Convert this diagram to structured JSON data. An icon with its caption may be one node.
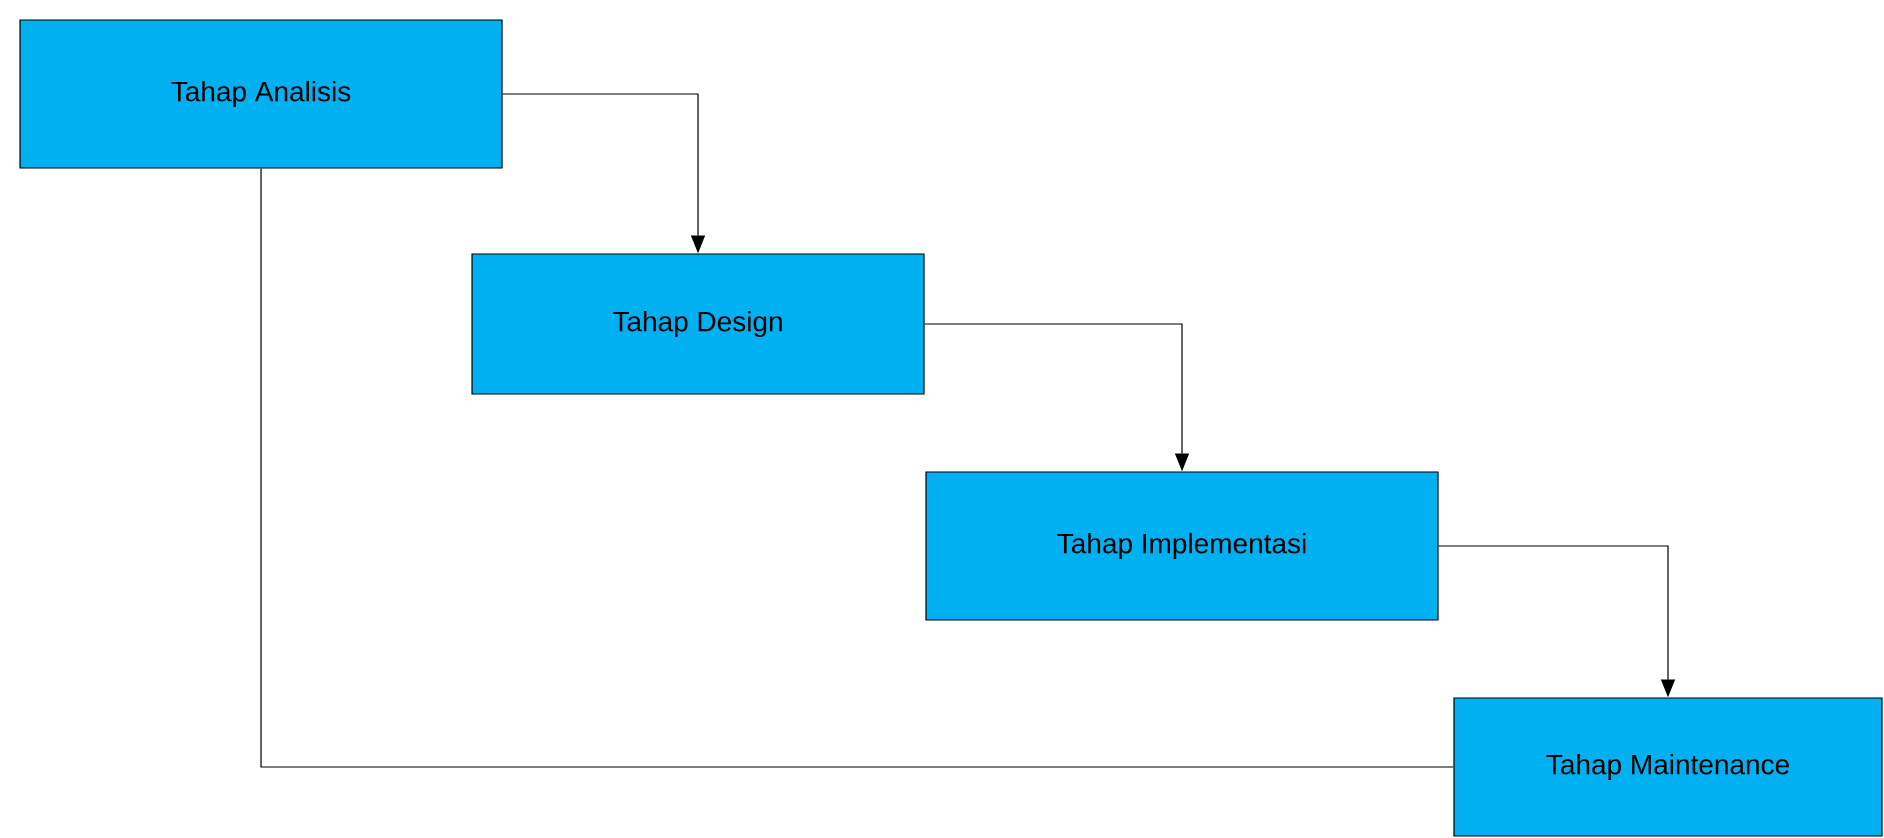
{
  "diagram": {
    "nodes": [
      {
        "text": [
          "Tahap Analisis"
        ]
      },
      {
        "text": [
          "Tahap Design"
        ]
      },
      {
        "text": [
          "Tahap Implementasi"
        ]
      },
      {
        "text": [
          "Tahap Maintenance"
        ]
      }
    ],
    "edges": [
      {
        "from": 0,
        "to": 1,
        "arrow": "to"
      },
      {
        "from": 1,
        "to": 2,
        "arrow": "to"
      },
      {
        "from": 2,
        "to": 3,
        "arrow": "to"
      },
      {
        "from": 0,
        "to": 3,
        "arrow": "none"
      }
    ]
  }
}
